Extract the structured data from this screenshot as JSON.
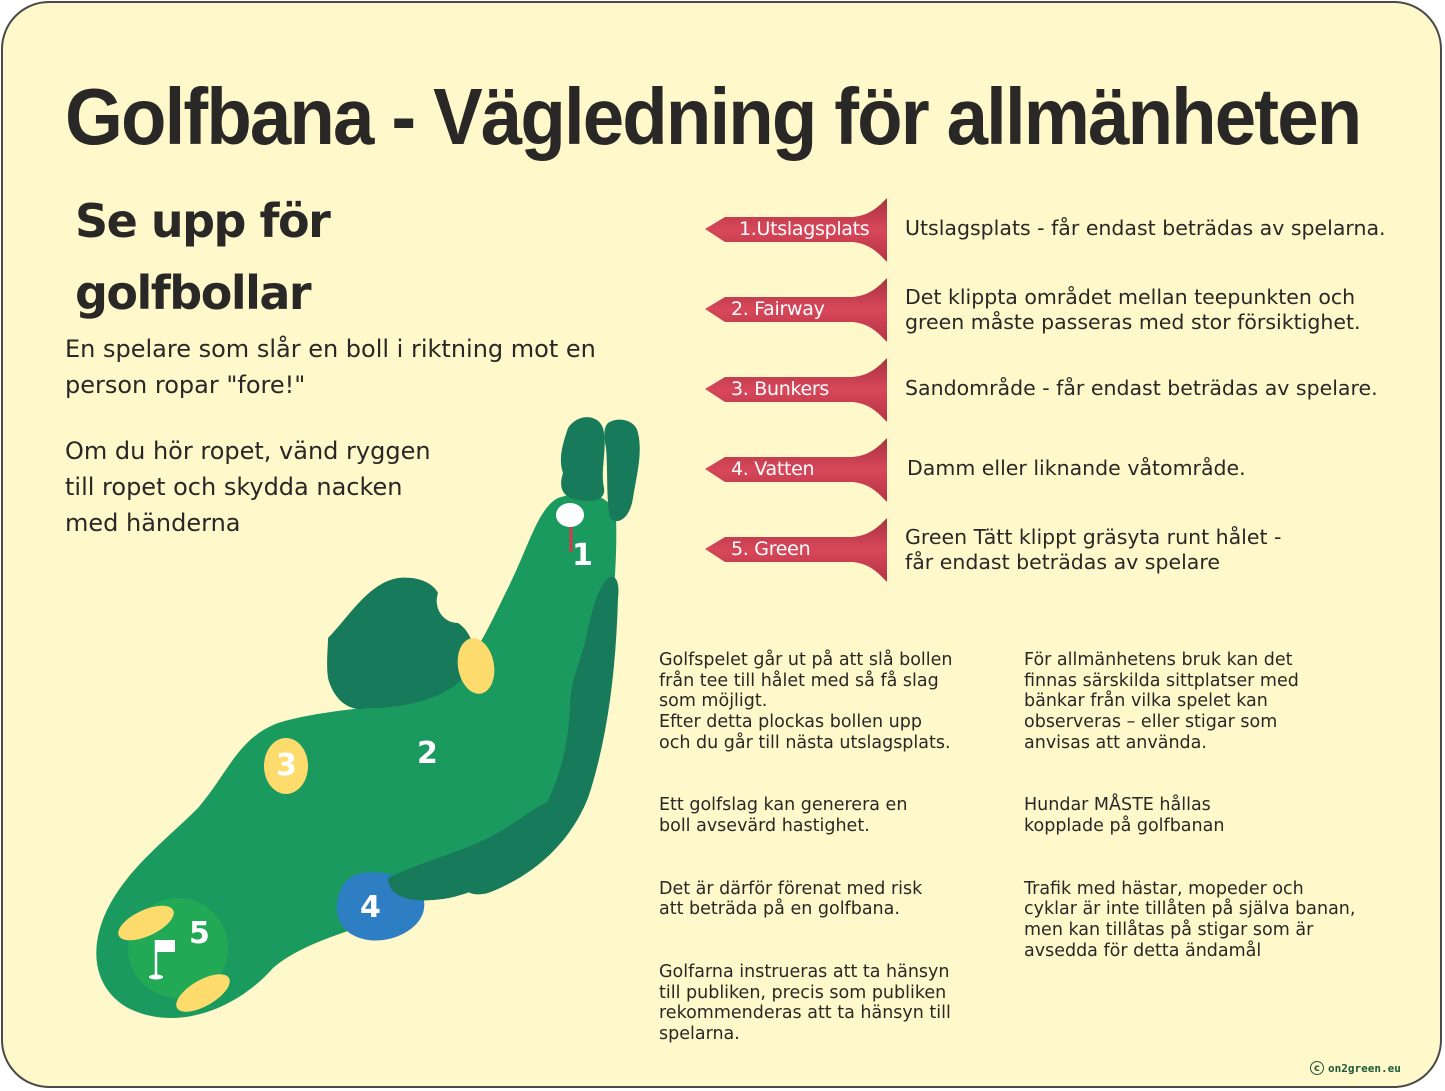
{
  "title": "Golfbana - Vägledning för allmänheten",
  "warning": {
    "heading": "Se upp för golfbollar",
    "intro": " En spelare som slår en boll i riktning mot en\nperson ropar \"fore!\"",
    "advice": "Om du hör ropet, vänd ryggen\ntill ropet och skydda nacken\nmed händerna"
  },
  "legend": [
    {
      "label": "1.Utslagsplats",
      "description": "Utslagsplats - får endast beträdas av spelarna."
    },
    {
      "label": "2. Fairway",
      "description": "Det klippta området mellan teepunkten och\ngreen måste passeras med stor försiktighet."
    },
    {
      "label": "3. Bunkers",
      "description": "Sandområde - får endast beträdas av spelare."
    },
    {
      "label": "4. Vatten",
      "description": "Damm eller liknande våtområde."
    },
    {
      "label": "5. Green",
      "description": "Green Tätt klippt gräsyta runt hålet -\nfår endast beträdas av spelare"
    }
  ],
  "info_left": [
    "Golfspelet går ut på att slå bollen\nfrån tee till hålet med så få slag\nsom möjligt.\nEfter detta plockas bollen upp\noch du går till nästa utslagsplats.",
    "Ett golfslag kan generera en\nboll avsevärd hastighet.",
    "Det är därför förenat med risk\natt beträda på en golfbana.",
    "Golfarna instrueras att ta hänsyn\ntill publiken, precis som publiken\nrekommenderas att ta hänsyn till\nspelarna."
  ],
  "info_right": [
    "För allmänhetens bruk kan det\nfinnas särskilda sittplatser med\nbänkar från vilka spelet kan\nobserveras – eller stigar som\nanvisas att använda.",
    "Hundar MÅSTE hållas\nkopplade på golfbanan",
    "Trafik med hästar, mopeder och\ncyklar är inte tillåten på själva banan,\nmen kan tillåtas på stigar som är\navsedda för detta ändamål"
  ],
  "map": {
    "markers": [
      "1",
      "2",
      "3",
      "4",
      "5"
    ],
    "icons": [
      "golf-ball-on-tee-icon",
      "flag-icon",
      "tree-icon"
    ]
  },
  "credit": {
    "symbol": "c",
    "text": "on2green.eu"
  },
  "colors": {
    "background": "#fef8ca",
    "text": "#2a2826",
    "tee_red": "#d03a4a",
    "fairway": "#1b9a60",
    "trees": "#177a5a",
    "green": "#22a955",
    "bunker": "#fddc6d",
    "water": "#2e7ec4",
    "credit": "#1d5a3a"
  }
}
